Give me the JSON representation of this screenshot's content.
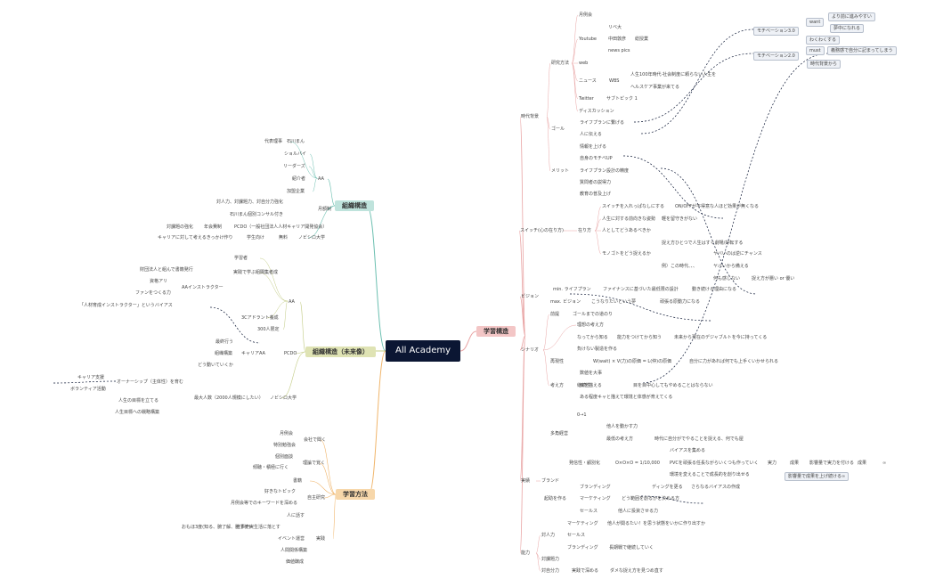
{
  "root": "All Academy",
  "topics": {
    "soshiki": "組織構造",
    "mirai": "組織構造（未来像）",
    "gakushu": "学習方法",
    "gakushukozo": "学習構造"
  },
  "colors": {
    "teal": "#6bbfb0",
    "olive": "#c3cc86",
    "orange": "#f0b56b",
    "pink": "#e9a5a5",
    "navy": "#0b1633"
  },
  "nodes": [
    {
      "id": "n1",
      "text": "代表理事　石川まん"
    },
    {
      "id": "n2",
      "text": "ショルバイ"
    },
    {
      "id": "n3",
      "text": "リーダーズ"
    },
    {
      "id": "n4",
      "text": "AA"
    },
    {
      "id": "n5",
      "text": "紹介者"
    },
    {
      "id": "n6",
      "text": "加盟企業"
    },
    {
      "id": "n7",
      "text": "対人力、対課題力、対自分力強化"
    },
    {
      "id": "n8",
      "text": "月額制"
    },
    {
      "id": "n9",
      "text": "石川まん個別コンサル付き"
    },
    {
      "id": "n10",
      "text": "対課題の強化"
    },
    {
      "id": "n11",
      "text": "年会費制"
    },
    {
      "id": "n12",
      "text": "PCDO（一般社団法人人材キャリア開発協会）"
    },
    {
      "id": "n13",
      "text": "キャリアに対して考えるきっかけ作り"
    },
    {
      "id": "n14",
      "text": "学生向け"
    },
    {
      "id": "n15",
      "text": "無料"
    },
    {
      "id": "n16",
      "text": "ノビシロ大学"
    },
    {
      "id": "m1",
      "text": "学習者"
    },
    {
      "id": "m2",
      "text": "財団法人と組んで書籍発行"
    },
    {
      "id": "m3",
      "text": "資格アリ"
    },
    {
      "id": "m4",
      "text": "ファンをつくる力"
    },
    {
      "id": "m5",
      "text": "「人材育成インストラクター」というバイアス"
    },
    {
      "id": "m6",
      "text": "AAインストラクター"
    },
    {
      "id": "m7",
      "text": "実践で学ぶ組閣集者成"
    },
    {
      "id": "m8",
      "text": "AA"
    },
    {
      "id": "m9",
      "text": "3Cアドラント養成"
    },
    {
      "id": "m10",
      "text": "300人限定"
    },
    {
      "id": "m11",
      "text": "最終行う"
    },
    {
      "id": "m12",
      "text": "組織構築"
    },
    {
      "id": "m13",
      "text": "どう動いていくか"
    },
    {
      "id": "m14",
      "text": "キャリアAA"
    },
    {
      "id": "m15",
      "text": "PCDO"
    },
    {
      "id": "m16",
      "text": "キャリア支援"
    },
    {
      "id": "m17",
      "text": "ボランティア活動"
    },
    {
      "id": "m18",
      "text": "オーナーシップ（主体性）を育む"
    },
    {
      "id": "m19",
      "text": "最大人数（2000人規模にしたい）"
    },
    {
      "id": "m20",
      "text": "人生の目標を立てる"
    },
    {
      "id": "m21",
      "text": "人生目標への戦略構築"
    },
    {
      "id": "m22",
      "text": "ノビシロ大学"
    },
    {
      "id": "g1",
      "text": "月例会"
    },
    {
      "id": "g2",
      "text": "特別勉強会"
    },
    {
      "id": "g3",
      "text": "個別面談"
    },
    {
      "id": "g4",
      "text": "傾聴・積極に行く"
    },
    {
      "id": "g5",
      "text": "会社で聞く"
    },
    {
      "id": "g6",
      "text": "理論で覚く"
    },
    {
      "id": "g7",
      "text": "書籍"
    },
    {
      "id": "g8",
      "text": "好きなトピック"
    },
    {
      "id": "g9",
      "text": "月例会等でのキーワードを深める"
    },
    {
      "id": "g10",
      "text": "自主研究"
    },
    {
      "id": "g11",
      "text": "人に話す"
    },
    {
      "id": "g12",
      "text": "仕事や実生活に落とす"
    },
    {
      "id": "g13",
      "text": "おもほ3度(知る、腑了解、腑了使)"
    },
    {
      "id": "g14",
      "text": "イベント運営"
    },
    {
      "id": "g15",
      "text": "人間関係構築"
    },
    {
      "id": "g16",
      "text": "価値醸成"
    },
    {
      "id": "g17",
      "text": "実践"
    },
    {
      "id": "s1",
      "text": "月例会"
    },
    {
      "id": "s2",
      "text": "Youtube"
    },
    {
      "id": "s3",
      "text": "リベ大"
    },
    {
      "id": "s4",
      "text": "中田敦彦"
    },
    {
      "id": "s5",
      "text": "総授業"
    },
    {
      "id": "s6",
      "text": "news pics"
    },
    {
      "id": "s7",
      "text": "web"
    },
    {
      "id": "s8",
      "text": "ニュース"
    },
    {
      "id": "s9",
      "text": "WBS"
    },
    {
      "id": "s10",
      "text": "人生100年時代·社会制度に頼らない人生を"
    },
    {
      "id": "s11",
      "text": "ヘルスケア事業が来てる"
    },
    {
      "id": "s12",
      "text": "Twitter"
    },
    {
      "id": "s13",
      "text": "サブトピック 1"
    },
    {
      "id": "s14",
      "text": "ディスカッション"
    },
    {
      "id": "s15",
      "text": "研究方法"
    },
    {
      "id": "s16",
      "text": "時代背景"
    },
    {
      "id": "s17",
      "text": "ゴール"
    },
    {
      "id": "s18",
      "text": "ライフプランに繋げる"
    },
    {
      "id": "s19",
      "text": "人に伝える"
    },
    {
      "id": "s20",
      "text": "情報を上げる"
    },
    {
      "id": "s21",
      "text": "自身のモチベUP"
    },
    {
      "id": "s22",
      "text": "ライフプラン設計の精度"
    },
    {
      "id": "s23",
      "text": "質問者の説得力"
    },
    {
      "id": "s24",
      "text": "教育の普及上げ"
    },
    {
      "id": "s25",
      "text": "メリット"
    },
    {
      "id": "s26",
      "text": "スイッチを入れっぱなしにする"
    },
    {
      "id": "s27",
      "text": "ON/OFFが不得意な人ほど効果が無くなる"
    },
    {
      "id": "s28",
      "text": "人生に対する前向きな姿勢"
    },
    {
      "id": "s29",
      "text": "軽を留守きがない"
    },
    {
      "id": "s30",
      "text": "人としてどうあるべきか"
    },
    {
      "id": "s31",
      "text": "モノゴトをどう捉えるか"
    },
    {
      "id": "s32",
      "text": "捉え方ひとつで人生はすぐ劇場/好転する"
    },
    {
      "id": "s33",
      "text": "例）この時代、、、"
    },
    {
      "id": "s34",
      "text": "ヤバいのは逆にチャンス"
    },
    {
      "id": "s35",
      "text": "ヤバいから備える"
    },
    {
      "id": "s36",
      "text": "何も感じない"
    },
    {
      "id": "s37",
      "text": "捉え方が悪い or 優い"
    },
    {
      "id": "s38",
      "text": "在り方"
    },
    {
      "id": "s39",
      "text": "スイッチ(心の在り方)"
    },
    {
      "id": "s40",
      "text": "min. ライフプラン"
    },
    {
      "id": "s41",
      "text": "ファイナンスに基づいた最低限の設計"
    },
    {
      "id": "s42",
      "text": "動き続ける理由になる"
    },
    {
      "id": "s43",
      "text": "max. ビジョン"
    },
    {
      "id": "s44",
      "text": "こうなりたいという夢"
    },
    {
      "id": "s45",
      "text": "頑張る原動力になる"
    },
    {
      "id": "s46",
      "text": "ビジョン"
    },
    {
      "id": "s47",
      "text": "前提"
    },
    {
      "id": "s48",
      "text": "ゴールまでの道のり"
    },
    {
      "id": "s49",
      "text": "理想の考え方"
    },
    {
      "id": "s50",
      "text": "なってから知る"
    },
    {
      "id": "s51",
      "text": "能力をつけてから知う"
    },
    {
      "id": "s52",
      "text": "未来から現在のデジャブルトを今に持ってくる"
    },
    {
      "id": "s53",
      "text": "負けない製造を作る"
    },
    {
      "id": "s54",
      "text": "再現性"
    },
    {
      "id": "s55",
      "text": "W(wait) × V(力)の原価 = L(仲)の原価"
    },
    {
      "id": "s56",
      "text": "自分に力があれば何でも上手くいかせられる"
    },
    {
      "id": "s57",
      "text": "数値を大事"
    },
    {
      "id": "s58",
      "text": "継続性"
    },
    {
      "id": "s59",
      "text": "目を描える"
    },
    {
      "id": "s60",
      "text": "目を目中心してもやめることはならない"
    },
    {
      "id": "s61",
      "text": "ある程度キャと描えて環境と体感が育えてくる"
    },
    {
      "id": "s62",
      "text": "0→1"
    },
    {
      "id": "s63",
      "text": "他人を動かす力"
    },
    {
      "id": "s64",
      "text": "多角経営"
    },
    {
      "id": "s65",
      "text": "最低の考え方"
    },
    {
      "id": "s66",
      "text": "時代に自分がでやることを捉える、何でも屋"
    },
    {
      "id": "s67",
      "text": "考え方"
    },
    {
      "id": "s68",
      "text": "シナリオ"
    },
    {
      "id": "s69",
      "text": "発信性・顧別化"
    },
    {
      "id": "s70",
      "text": "O×O×O = 1/10,000"
    },
    {
      "id": "s71",
      "text": "バイアスを集める"
    },
    {
      "id": "s72",
      "text": "PVCを頑張る任長ながらいくつも作っていく"
    },
    {
      "id": "s73",
      "text": "環境を変えることで成長的を創り出せる"
    },
    {
      "id": "s74",
      "text": "実力"
    },
    {
      "id": "s75",
      "text": "成果"
    },
    {
      "id": "s76",
      "text": "影響量で実力を付ける"
    },
    {
      "id": "s77",
      "text": "成果"
    },
    {
      "id": "s78",
      "text": "∞"
    },
    {
      "id": "s79",
      "text": "影響量で成果を上げ続ける∞"
    },
    {
      "id": "s80",
      "text": "ブランディング"
    },
    {
      "id": "s81",
      "text": "ディングを更る"
    },
    {
      "id": "s82",
      "text": "さらなるバイアスの作成"
    },
    {
      "id": "s83",
      "text": "マーケティング"
    },
    {
      "id": "s84",
      "text": "どう範囲を創るかを決める方"
    },
    {
      "id": "s85",
      "text": "セールス"
    },
    {
      "id": "s86",
      "text": "他人に投資させる力"
    },
    {
      "id": "s87",
      "text": "ブランド"
    },
    {
      "id": "s88",
      "text": "起助を作る"
    },
    {
      "id": "s89",
      "text": "実績"
    },
    {
      "id": "s90",
      "text": "マーケティング"
    },
    {
      "id": "s91",
      "text": "他人が関るたい！を思う状態をいかに作り出すか"
    },
    {
      "id": "s92",
      "text": "セールス"
    },
    {
      "id": "s93",
      "text": "ブランディング"
    },
    {
      "id": "s94",
      "text": "長期戦で継続していく"
    },
    {
      "id": "s95",
      "text": "対人力"
    },
    {
      "id": "s96",
      "text": "対課題力"
    },
    {
      "id": "s97",
      "text": "対自分力"
    },
    {
      "id": "s98",
      "text": "実践で深める"
    },
    {
      "id": "s99",
      "text": "ダメな捉え方を見つめ直す"
    },
    {
      "id": "s100",
      "text": "能力"
    },
    {
      "id": "t1",
      "text": "モチベーション3.0"
    },
    {
      "id": "t2",
      "text": "want"
    },
    {
      "id": "t3",
      "text": "より前に進みやすい"
    },
    {
      "id": "t4",
      "text": "夢中になれる"
    },
    {
      "id": "t5",
      "text": "わくわくする"
    },
    {
      "id": "t6",
      "text": "モチベーション2.0"
    },
    {
      "id": "t7",
      "text": "must"
    },
    {
      "id": "t8",
      "text": "義務感で自分に記まってしまう"
    },
    {
      "id": "t9",
      "text": "時代背景から"
    }
  ]
}
